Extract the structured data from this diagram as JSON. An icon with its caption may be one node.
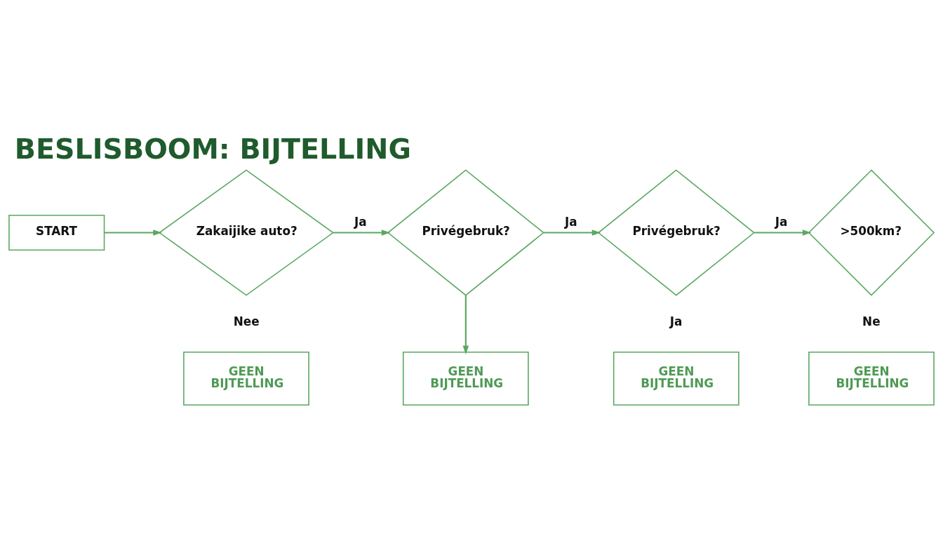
{
  "diagram": {
    "title": "BESLISBOOM: BIJTELLING",
    "nodes": [
      {
        "text": [
          "START"
        ]
      },
      {
        "text": [
          "Zakaijike auto?"
        ]
      },
      {
        "text": [
          "Privégebruk?"
        ]
      },
      {
        "text": [
          "Privégebruk?"
        ]
      },
      {
        "text": [
          ">500km?"
        ]
      },
      {
        "text": [
          "GEEN BIJTELLING"
        ]
      },
      {
        "text": [
          "GEEN BIJTELLING"
        ]
      },
      {
        "text": [
          "GEEN BIJTELLING"
        ]
      },
      {
        "text": [
          "GEEN BIJTELLING"
        ]
      }
    ],
    "edges": [
      {
        "from": 0,
        "to": 1,
        "arrow": "to"
      },
      {
        "from": 1,
        "to": 2,
        "arrow": "to",
        "label": "Ja"
      },
      {
        "from": 2,
        "to": 3,
        "arrow": "to",
        "label": "Ja"
      },
      {
        "from": 3,
        "to": 4,
        "arrow": "to",
        "label": "Ja"
      },
      {
        "from": 2,
        "to": 6,
        "arrow": "to"
      }
    ],
    "labels": [
      "Nee",
      "Ja",
      "Ne"
    ]
  }
}
